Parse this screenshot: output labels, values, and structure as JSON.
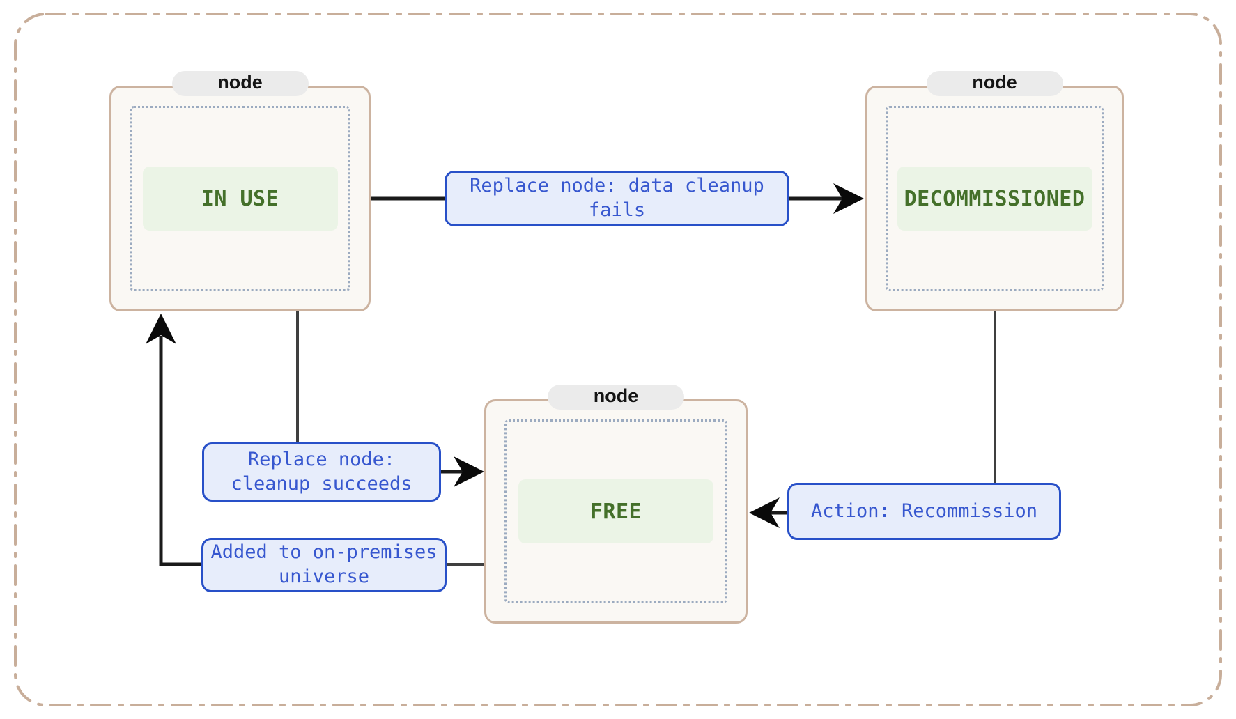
{
  "diagram": {
    "type": "state-machine",
    "node_tab_label": "node",
    "nodes": [
      {
        "tab_label": "node",
        "state": "IN USE"
      },
      {
        "tab_label": "node",
        "state": "DECOMMISSIONED"
      },
      {
        "tab_label": "node",
        "state": "FREE"
      }
    ],
    "edges": [
      {
        "label": "Replace node: data cleanup fails",
        "from": "IN USE",
        "to": "DECOMMISSIONED"
      },
      {
        "label": "Replace node: cleanup succeeds",
        "from": "IN USE",
        "to": "FREE"
      },
      {
        "label": "Added to on-premises universe",
        "from": "FREE",
        "to": "IN USE"
      },
      {
        "label": "Action: Recommission",
        "from": "DECOMMISSIONED",
        "to": "FREE"
      }
    ],
    "colors": {
      "outer_boundary": "#c8ae9a",
      "node_border": "#ccb3a0",
      "node_fill": "#faf8f4",
      "node_tab_fill": "#ebebeb",
      "dotted_frame": "#9cabc0",
      "state_text": "#44702a",
      "state_fill": "#ebf4e6",
      "edge_label_fill": "#e7edfb",
      "edge_label_border": "#2850c8",
      "edge_label_text": "#3757cf",
      "edge_line": "#3f3f3f",
      "arrowhead": "#0a0a0a"
    }
  }
}
